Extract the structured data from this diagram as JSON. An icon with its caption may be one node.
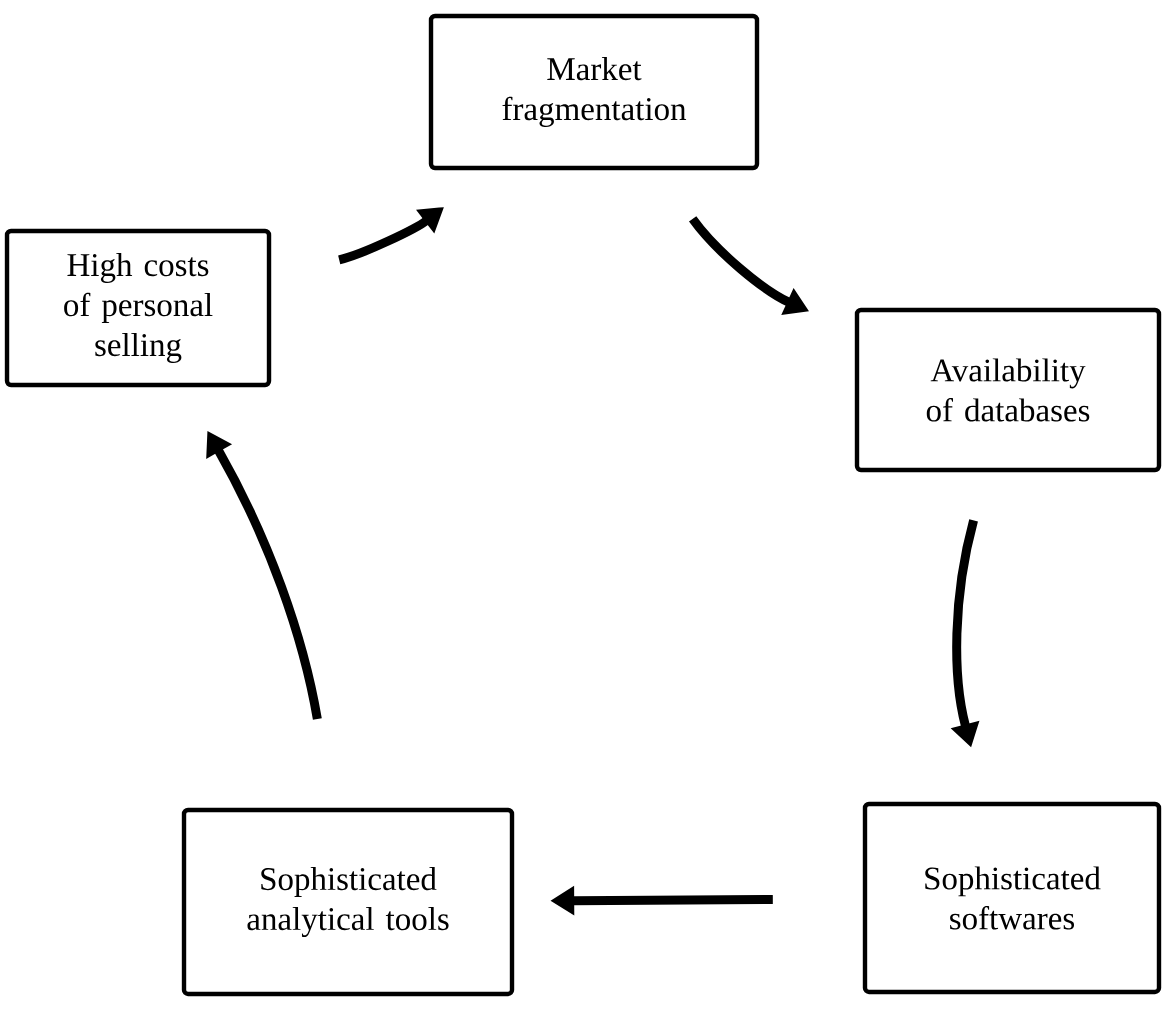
{
  "diagram": {
    "nodes": [
      {
        "text": [
          "Market fragmentation"
        ]
      },
      {
        "text": [
          "Availability of databases"
        ]
      },
      {
        "text": [
          "Sophisticated softwares"
        ]
      },
      {
        "text": [
          "Sophisticated analytical tools"
        ]
      },
      {
        "text": [
          "High costs of personal selling"
        ]
      }
    ],
    "edges": [
      {
        "from": 0,
        "to": 1,
        "arrow": "to"
      },
      {
        "from": 1,
        "to": 2,
        "arrow": "to"
      },
      {
        "from": 2,
        "to": 3,
        "arrow": "to"
      },
      {
        "from": 3,
        "to": 4,
        "arrow": "to"
      },
      {
        "from": 4,
        "to": 0,
        "arrow": "to"
      }
    ]
  }
}
